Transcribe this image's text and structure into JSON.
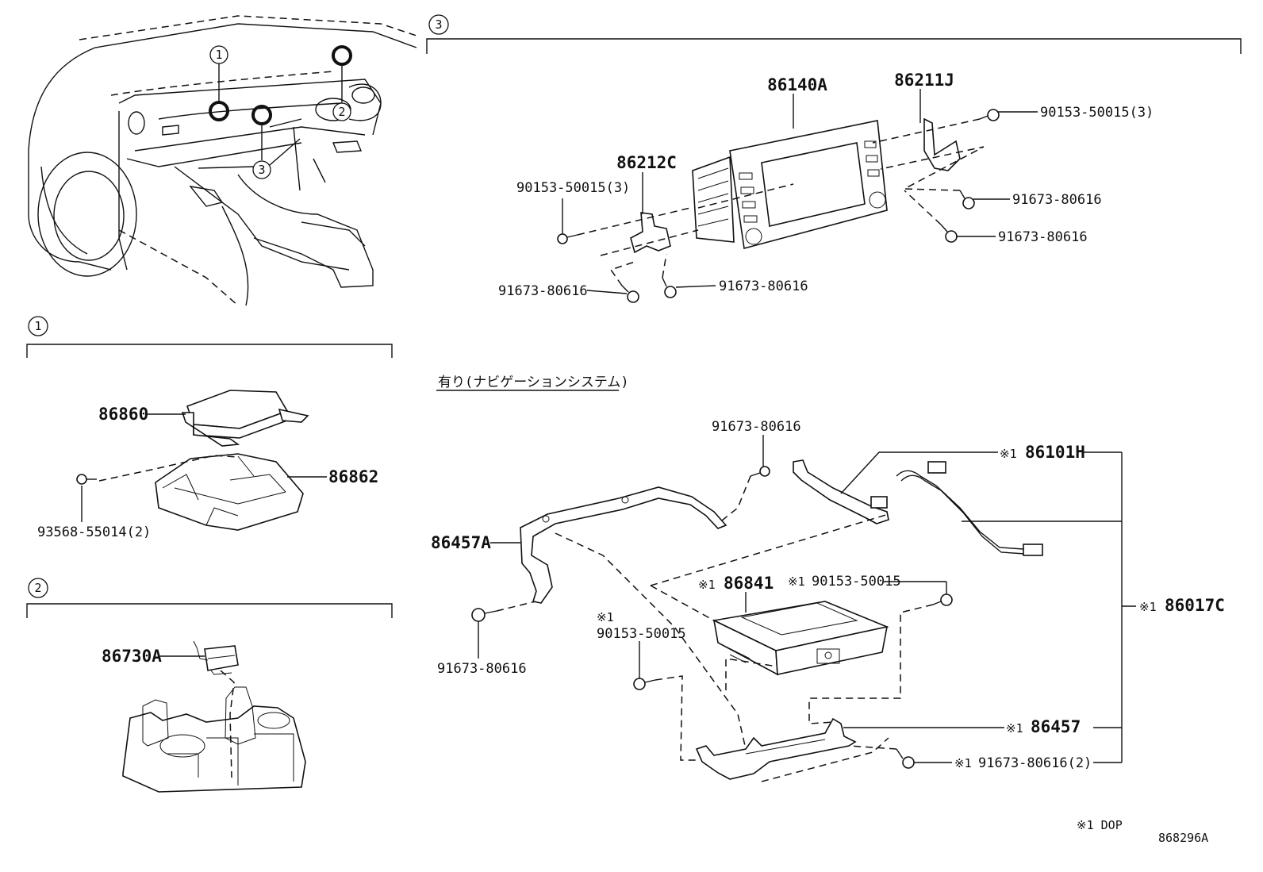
{
  "callouts": {
    "c1": "1",
    "c2": "2",
    "c3": "3"
  },
  "sections": {
    "s1": "1",
    "s2": "2",
    "s3": "3",
    "nav_heading": "有り(ナビゲーションシステム)"
  },
  "parts": {
    "p86140A": "86140A",
    "p86211J": "86211J",
    "p86212C": "86212C",
    "p90153_a": "90153-50015(3)",
    "p90153_b": "90153-50015(3)",
    "p91673_a": "91673-80616",
    "p91673_b": "91673-80616",
    "p91673_c": "91673-80616",
    "p91673_d": "91673-80616",
    "p86860": "86860",
    "p86862": "86862",
    "p93568": "93568-55014(2)",
    "p86730A": "86730A",
    "p91673_e": "91673-80616",
    "p86101H": "86101H",
    "p86457A": "86457A",
    "p86841": "86841",
    "p90153_c": "90153-50015",
    "p90153_d": "90153-50015",
    "p86017C": "86017C",
    "p86457": "86457",
    "p91673_f": "91673-80616",
    "p91673_g": "91673-80616(2)"
  },
  "notes": {
    "mark": "※1",
    "dop_legend": "※1 DOP",
    "diagram_id": "868296A"
  }
}
